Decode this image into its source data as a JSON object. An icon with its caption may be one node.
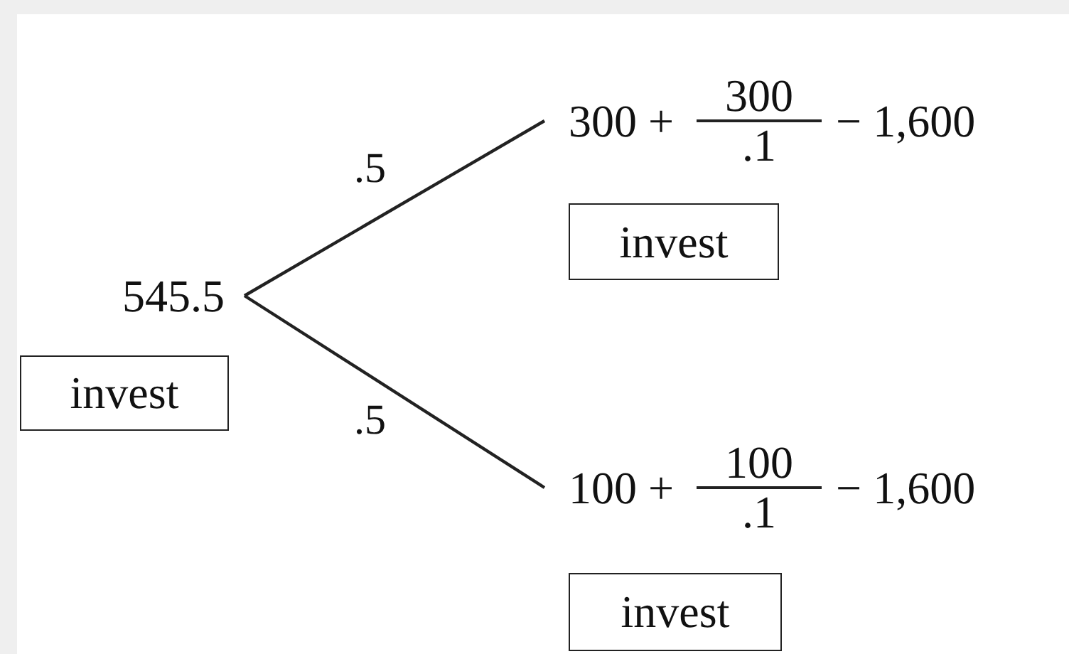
{
  "diagram": {
    "nodes": [
      {
        "text": [
          "545.5"
        ]
      },
      {
        "text": [
          "invest"
        ]
      },
      {
        "text": [
          "300 +",
          "300",
          ".1",
          "− 1,600"
        ]
      },
      {
        "text": [
          "invest"
        ]
      },
      {
        "text": [
          "100 +",
          "100",
          ".1",
          "− 1,600"
        ]
      },
      {
        "text": [
          "invest"
        ]
      }
    ],
    "edges": [
      {
        "from": 0,
        "to": 2,
        "arrow": "none",
        "label": ".5"
      },
      {
        "from": 0,
        "to": 4,
        "arrow": "none",
        "label": ".5"
      }
    ]
  }
}
